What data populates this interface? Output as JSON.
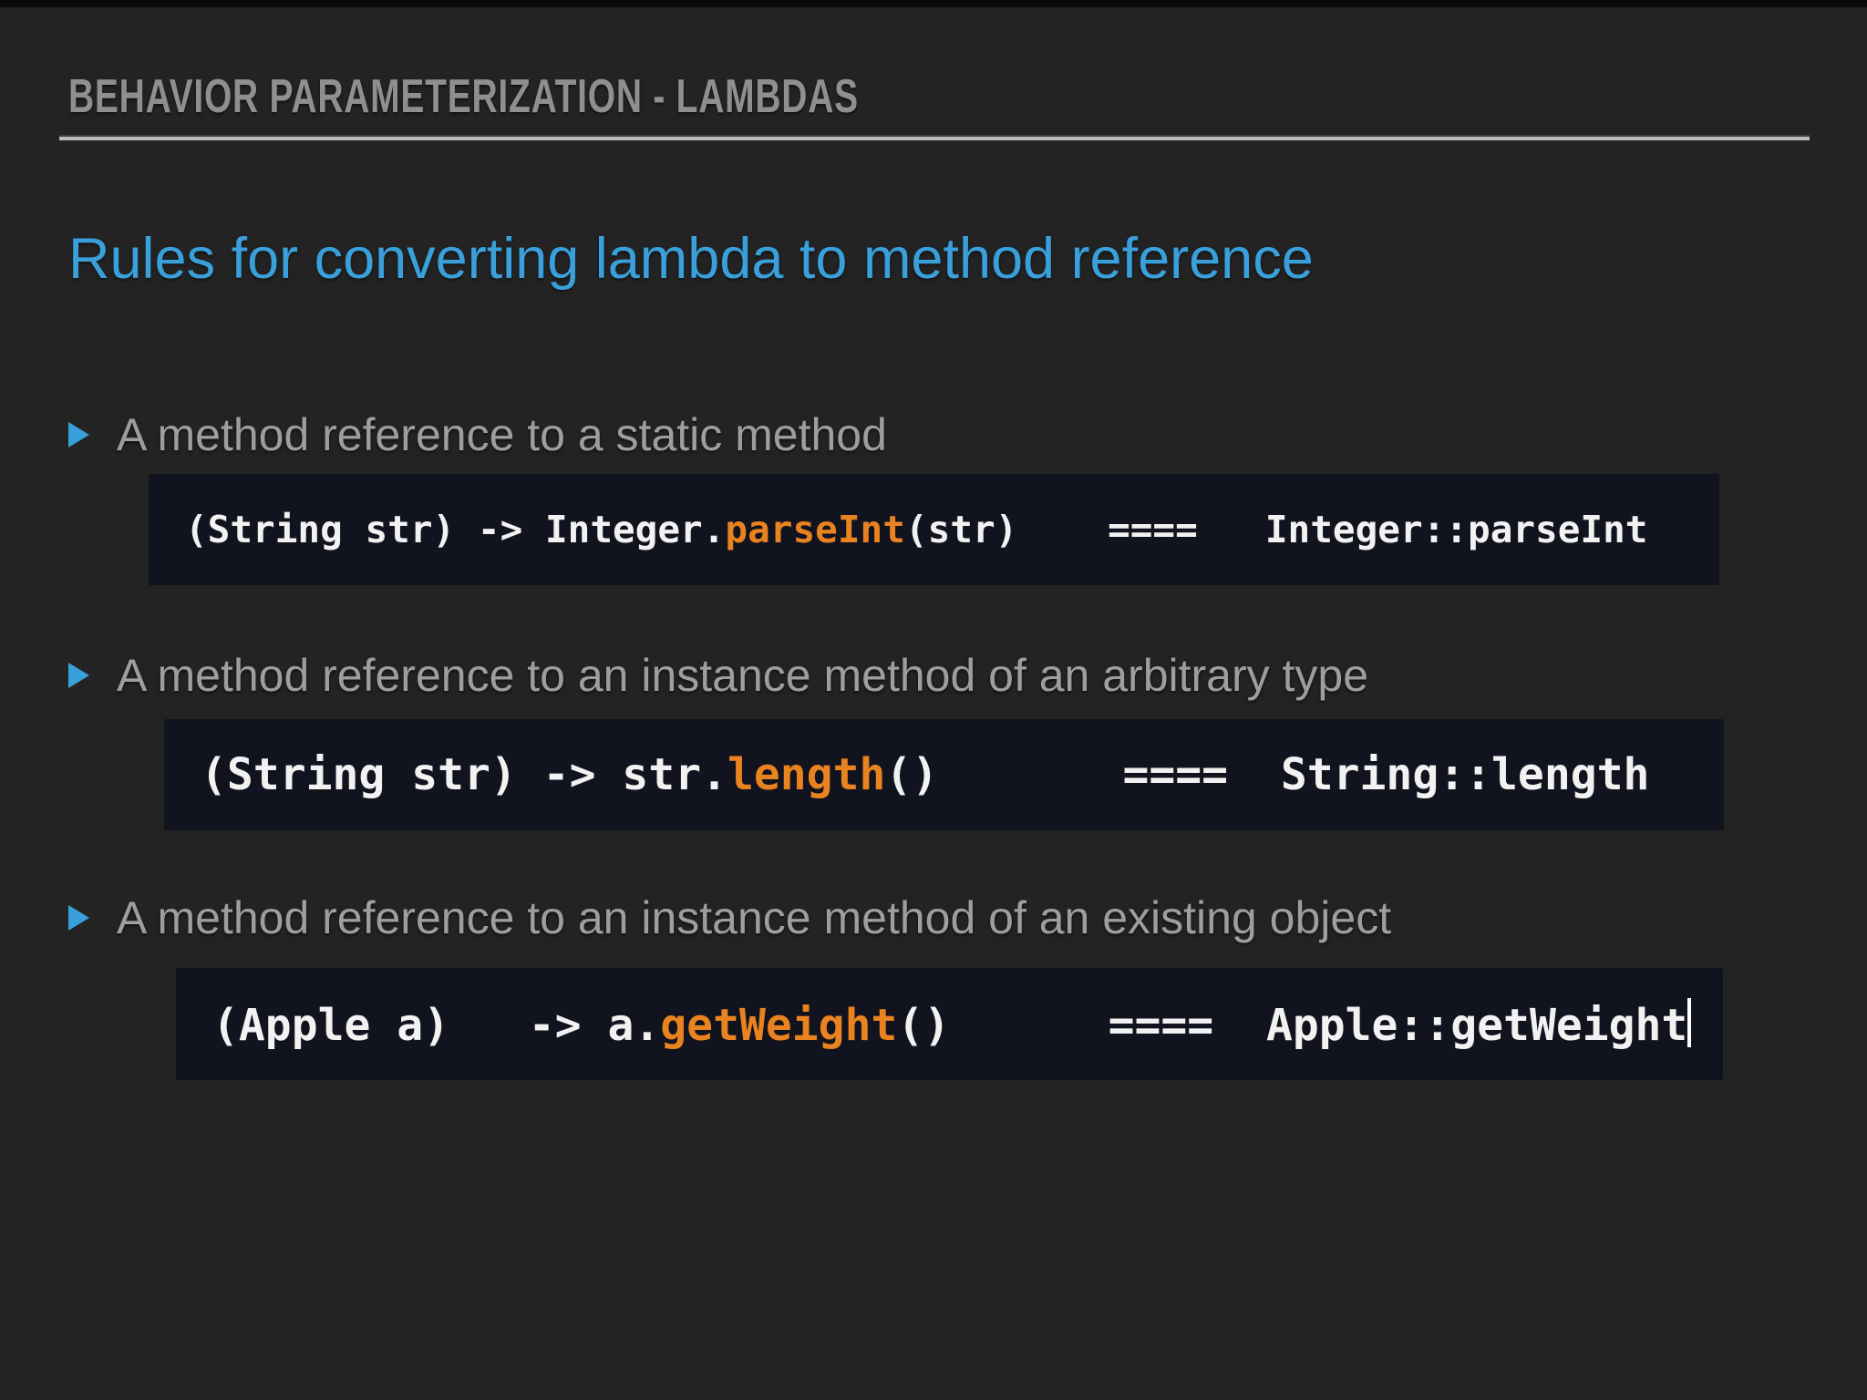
{
  "header": {
    "label": "BEHAVIOR PARAMETERIZATION - LAMBDAS"
  },
  "title": {
    "label": "Rules for converting lambda to method reference"
  },
  "bullets": [
    {
      "label": "A method reference to a static method",
      "code": {
        "pre": "(String str) -> Integer.",
        "highlight": "parseInt",
        "post": "(str)    ====   Integer::parseInt"
      }
    },
    {
      "label": "A method reference to an instance method of an arbitrary type",
      "code": {
        "pre": "(String str) -> str.",
        "highlight": "length",
        "post": "()       ====  String::length"
      }
    },
    {
      "label": "A method reference to an instance method of an existing object",
      "code": {
        "pre": "(Apple a)   -> a.",
        "highlight": "getWeight",
        "post": "()      ====  Apple::getWeight"
      }
    }
  ],
  "colors": {
    "background": "#232323",
    "code_background": "#11131f",
    "accent_blue": "#3AA0DB",
    "code_orange": "#E8831F",
    "body_gray": "#9e9e9e",
    "header_gray": "#8f8f8f",
    "code_white": "#f2f2f2"
  }
}
